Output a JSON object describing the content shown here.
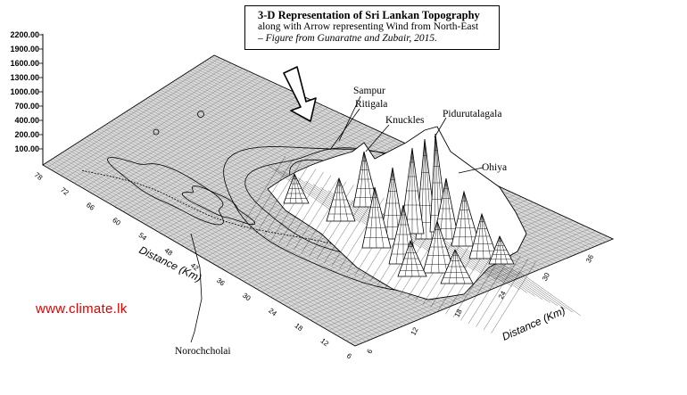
{
  "caption": {
    "title": "3-D Representation of Sri Lankan Topography",
    "line2": "along with Arrow representing Wind from North-East",
    "line3": "– Figure from Gunaratne and Zubair, 2015."
  },
  "watermark": "www.climate.lk",
  "z_axis": {
    "ticks": [
      "100.00",
      "200.00",
      "400.00",
      "700.00",
      "1000.00",
      "1300.00",
      "1600.00",
      "1900.00",
      "2200.00"
    ]
  },
  "left_axis": {
    "title": "Distance (Km)",
    "ticks": [
      "78",
      "72",
      "66",
      "60",
      "54",
      "48",
      "42",
      "36",
      "30",
      "24",
      "18",
      "12",
      "6"
    ]
  },
  "right_axis": {
    "title": "Distance (Km)",
    "ticks": [
      "6",
      "12",
      "18",
      "24",
      "30",
      "36"
    ]
  },
  "labels": {
    "sampur": "Sampur",
    "ritigala": "Ritigala",
    "knuckles": "Knuckles",
    "pidurutalagala": "Pidurutalagala",
    "ohiya": "Ohiya",
    "norochcholai": "Norochcholai"
  },
  "colors": {
    "watermark": "#e00000",
    "ink": "#000000",
    "surface_fill": "#ffffff",
    "base_grid": "#6a6a6a"
  }
}
